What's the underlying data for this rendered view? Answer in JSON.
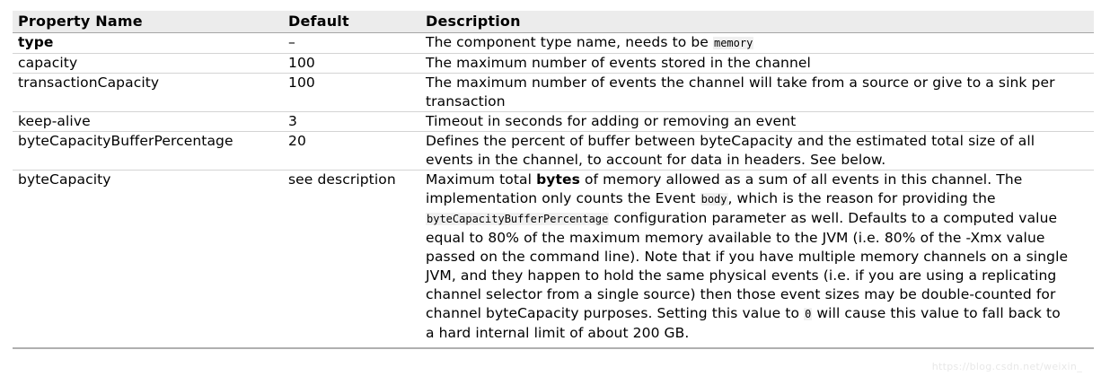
{
  "table": {
    "headers": [
      "Property Name",
      "Default",
      "Description"
    ],
    "rows": [
      {
        "property": "type",
        "property_bold": true,
        "default": "–",
        "description_parts": [
          {
            "t": "text",
            "v": "The component type name, needs to be "
          },
          {
            "t": "code",
            "v": "memory"
          }
        ]
      },
      {
        "property": "capacity",
        "property_bold": false,
        "default": "100",
        "description_parts": [
          {
            "t": "text",
            "v": "The maximum number of events stored in the channel"
          }
        ]
      },
      {
        "property": "transactionCapacity",
        "property_bold": false,
        "default": "100",
        "description_parts": [
          {
            "t": "text",
            "v": "The maximum number of events the channel will take from a source or give to a sink per transaction"
          }
        ]
      },
      {
        "property": "keep-alive",
        "property_bold": false,
        "default": "3",
        "description_parts": [
          {
            "t": "text",
            "v": "Timeout in seconds for adding or removing an event"
          }
        ]
      },
      {
        "property": "byteCapacityBufferPercentage",
        "property_bold": false,
        "default": "20",
        "description_parts": [
          {
            "t": "text",
            "v": "Defines the percent of buffer between byteCapacity and the estimated total size of all events in the channel, to account for data in headers. See below."
          }
        ]
      },
      {
        "property": "byteCapacity",
        "property_bold": false,
        "default": "see description",
        "description_parts": [
          {
            "t": "text",
            "v": "Maximum total "
          },
          {
            "t": "bold",
            "v": "bytes"
          },
          {
            "t": "text",
            "v": " of memory allowed as a sum of all events in this channel. The implementation only counts the Event "
          },
          {
            "t": "code",
            "v": "body"
          },
          {
            "t": "text",
            "v": ", which is the reason for providing the "
          },
          {
            "t": "code",
            "v": "byteCapacityBufferPercentage"
          },
          {
            "t": "text",
            "v": " configuration parameter as well. Defaults to a computed value equal to 80% of the maximum memory available to the JVM (i.e. 80% of the -Xmx value passed on the command line). Note that if you have multiple memory channels on a single JVM, and they happen to hold the same physical events (i.e. if you are using a replicating channel selector from a single source) then those event sizes may be double-counted for channel byteCapacity purposes. Setting this value to "
          },
          {
            "t": "code",
            "v": "0"
          },
          {
            "t": "text",
            "v": " will cause this value to fall back to a hard internal limit of about 200 GB."
          }
        ]
      }
    ]
  },
  "watermark": "https://blog.csdn.net/weixin_",
  "colors": {
    "header_bg": "#ececec",
    "header_border": "#a6a6a6",
    "row_border": "#d4d4d4",
    "bottom_border": "#b0b0b0",
    "code_bg": "#f0f0f0",
    "watermark_color": "#e8e8e8"
  }
}
